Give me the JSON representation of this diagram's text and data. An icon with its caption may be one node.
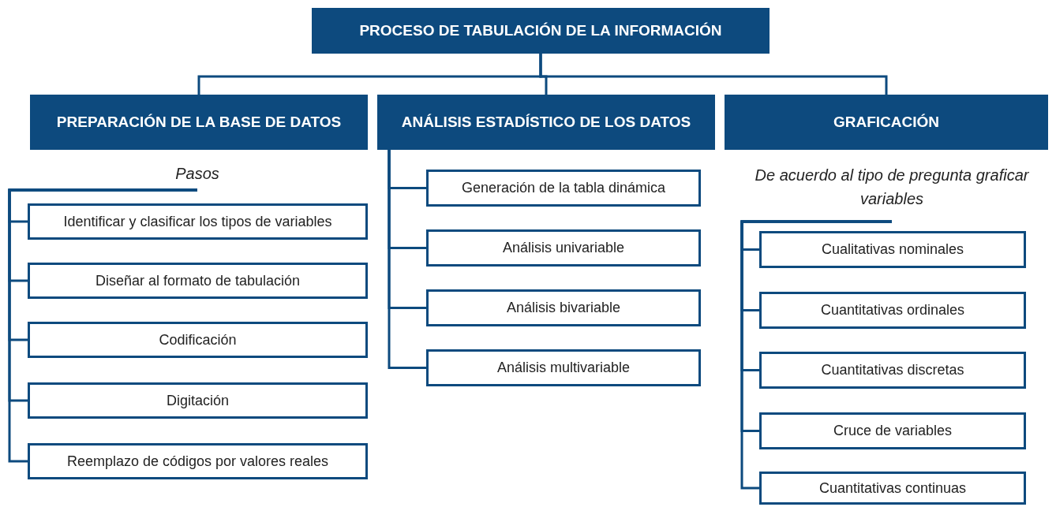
{
  "diagram": {
    "nodes": [
      {
        "text": [
          "PROCESO DE TABULACIÓN DE LA INFORMACIÓN"
        ]
      },
      {
        "text": [
          "PREPARACIÓN DE LA BASE DE DATOS"
        ]
      },
      {
        "text": [
          "Pasos"
        ]
      },
      {
        "text": [
          "Identificar y clasificar los tipos de variables"
        ]
      },
      {
        "text": [
          "Diseñar al formato de tabulación"
        ]
      },
      {
        "text": [
          "Codificación"
        ]
      },
      {
        "text": [
          "Digitación"
        ]
      },
      {
        "text": [
          "Reemplazo de códigos por valores reales"
        ]
      },
      {
        "text": [
          "ANÁLISIS ESTADÍSTICO DE LOS DATOS"
        ]
      },
      {
        "text": [
          "Generación de la tabla dinámica"
        ]
      },
      {
        "text": [
          "Análisis univariable"
        ]
      },
      {
        "text": [
          "Análisis bivariable"
        ]
      },
      {
        "text": [
          "Análisis multivariable"
        ]
      },
      {
        "text": [
          "GRAFICACIÓN"
        ]
      },
      {
        "text": [
          "De acuerdo al tipo de pregunta graficar variables"
        ]
      },
      {
        "text": [
          "Cualitativas nominales"
        ]
      },
      {
        "text": [
          "Cuantitativas ordinales"
        ]
      },
      {
        "text": [
          "Cuantitativas discretas"
        ]
      },
      {
        "text": [
          "Cruce de variables"
        ]
      },
      {
        "text": [
          "Cuantitativas continuas"
        ]
      }
    ],
    "edges": [
      {
        "from": 0,
        "to": 1,
        "arrow": "none"
      },
      {
        "from": 0,
        "to": 8,
        "arrow": "none"
      },
      {
        "from": 0,
        "to": 13,
        "arrow": "none"
      },
      {
        "from": 2,
        "to": 3,
        "arrow": "none"
      },
      {
        "from": 2,
        "to": 4,
        "arrow": "none"
      },
      {
        "from": 2,
        "to": 5,
        "arrow": "none"
      },
      {
        "from": 2,
        "to": 6,
        "arrow": "none"
      },
      {
        "from": 2,
        "to": 7,
        "arrow": "none"
      },
      {
        "from": 8,
        "to": 9,
        "arrow": "none"
      },
      {
        "from": 8,
        "to": 10,
        "arrow": "none"
      },
      {
        "from": 8,
        "to": 11,
        "arrow": "none"
      },
      {
        "from": 8,
        "to": 12,
        "arrow": "none"
      },
      {
        "from": 14,
        "to": 15,
        "arrow": "none"
      },
      {
        "from": 14,
        "to": 16,
        "arrow": "none"
      },
      {
        "from": 14,
        "to": 17,
        "arrow": "none"
      },
      {
        "from": 14,
        "to": 18,
        "arrow": "none"
      },
      {
        "from": 14,
        "to": 19,
        "arrow": "none"
      }
    ]
  }
}
